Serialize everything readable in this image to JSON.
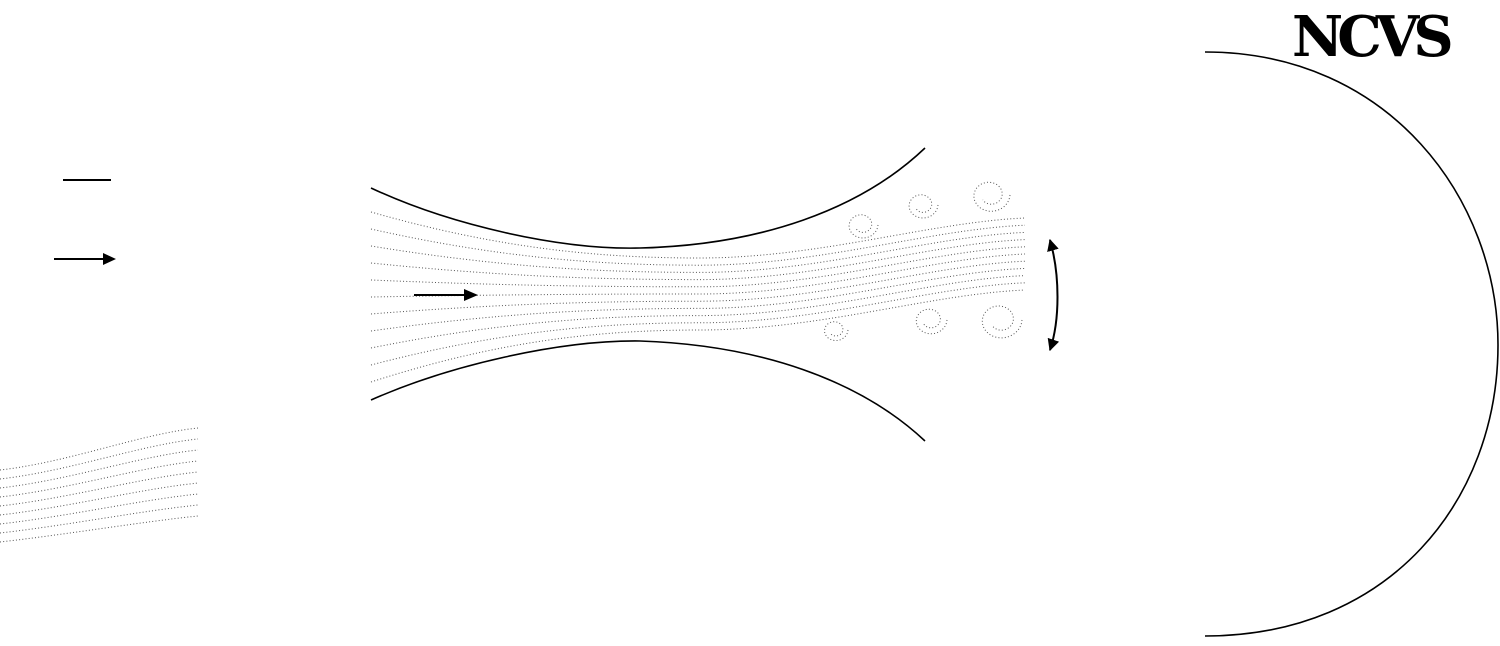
{
  "logo": {
    "text": "NCVS"
  },
  "legend": {
    "items": [
      {
        "symbol": "line",
        "label": ""
      },
      {
        "symbol": "arrow",
        "label": ""
      },
      {
        "symbol": "dotted-lines",
        "label": ""
      }
    ]
  },
  "colors": {
    "ink": "#000000",
    "streamline": "#555555",
    "background": "#ffffff"
  }
}
